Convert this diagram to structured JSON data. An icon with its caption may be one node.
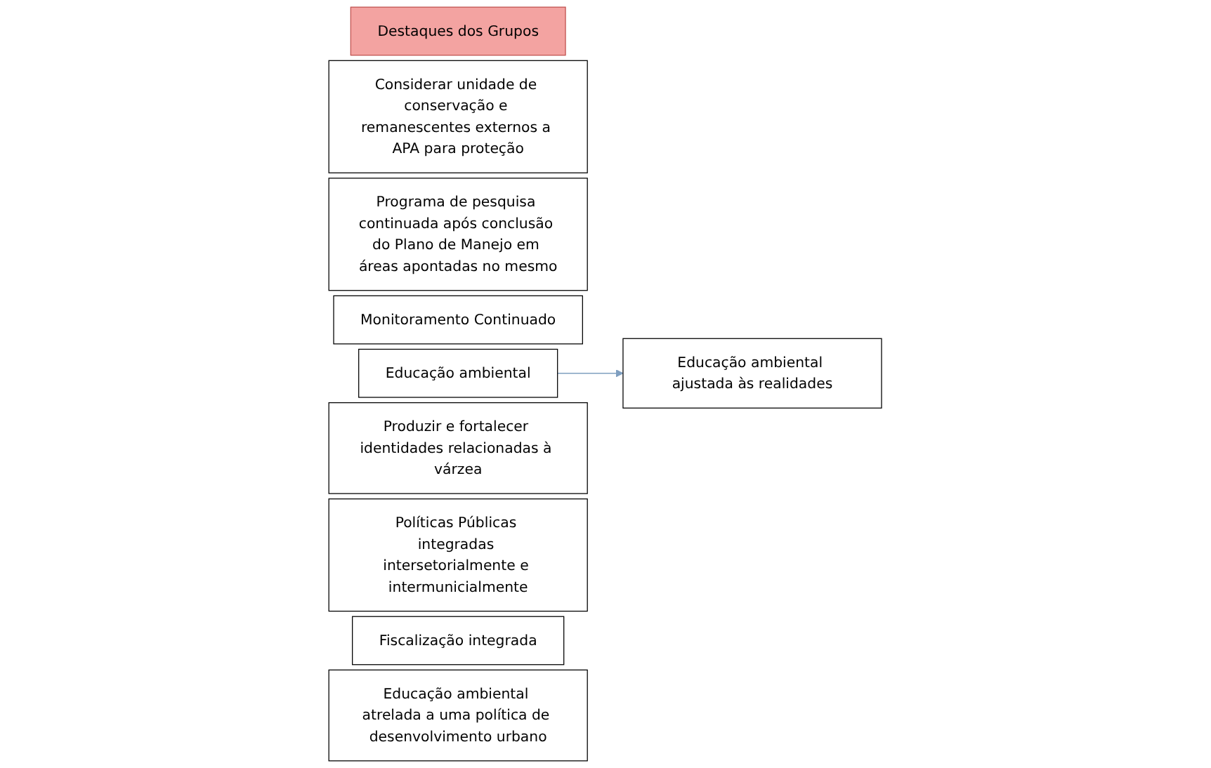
{
  "diagram": {
    "nodes": [
      {
        "text": [
          "Destaques dos Grupos"
        ]
      },
      {
        "text": [
          "Considerar unidade de conservação e remanescentes externos a APA para proteção"
        ]
      },
      {
        "text": [
          "Programa de pesquisa continuada após conclusão do Plano de Manejo em áreas apontadas no mesmo"
        ]
      },
      {
        "text": [
          "Monitoramento Continuado"
        ]
      },
      {
        "text": [
          "Educação ambiental"
        ]
      },
      {
        "text": [
          "Produzir e fortalecer identidades relacionadas à várzea"
        ]
      },
      {
        "text": [
          "Políticas Públicas integradas intersetorialmente e intermunicialmente"
        ]
      },
      {
        "text": [
          "Fiscalização integrada"
        ]
      },
      {
        "text": [
          "Educação ambiental ajustada às realidades"
        ]
      },
      {
        "text": [
          "Educação ambiental atrelada a uma política de desenvolvimento urbano"
        ]
      }
    ],
    "edges": [
      {
        "from": 4,
        "to": 8,
        "arrow": "to",
        "color": "#7f9fc0"
      }
    ]
  }
}
